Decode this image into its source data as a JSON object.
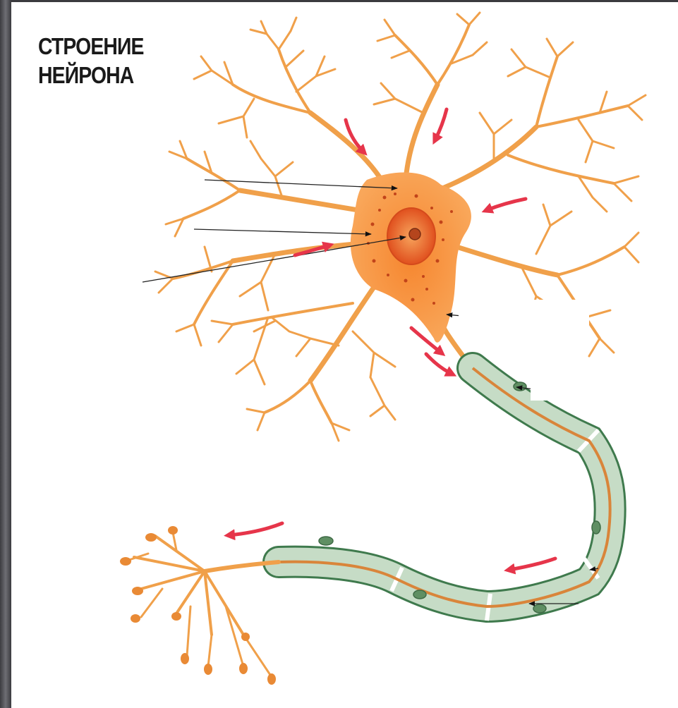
{
  "diagram": {
    "title_line1": "СТРОЕНИЕ",
    "title_line2": "НЕЙРОНА"
  },
  "colors": {
    "dendrite": "#f0a04a",
    "soma": "#f57f2a",
    "nucleus": "#e2531f",
    "myelin": "#c6dcc6",
    "myelin_edge": "#3f7a4d",
    "signal_arrow": "#e6354a",
    "leader_line": "#222222"
  },
  "icons": [
    "signal-direction-arrow",
    "label-leader-arrow"
  ]
}
